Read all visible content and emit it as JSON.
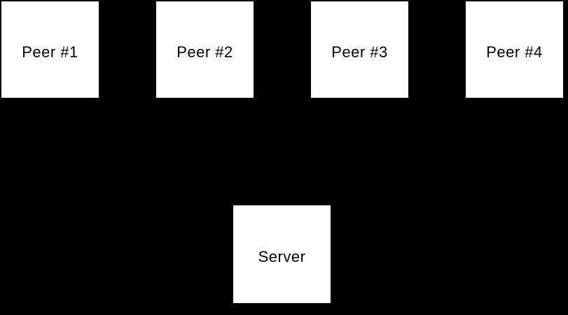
{
  "diagram": {
    "background_color": "#000000",
    "node_fill_color": "#ffffff",
    "node_border_color": "#000000",
    "node_text_color": "#000000",
    "nodes": [
      {
        "id": "peer-1",
        "label": "Peer #1"
      },
      {
        "id": "peer-2",
        "label": "Peer #2"
      },
      {
        "id": "peer-3",
        "label": "Peer #3"
      },
      {
        "id": "peer-4",
        "label": "Peer #4"
      },
      {
        "id": "server",
        "label": "Server"
      }
    ]
  }
}
